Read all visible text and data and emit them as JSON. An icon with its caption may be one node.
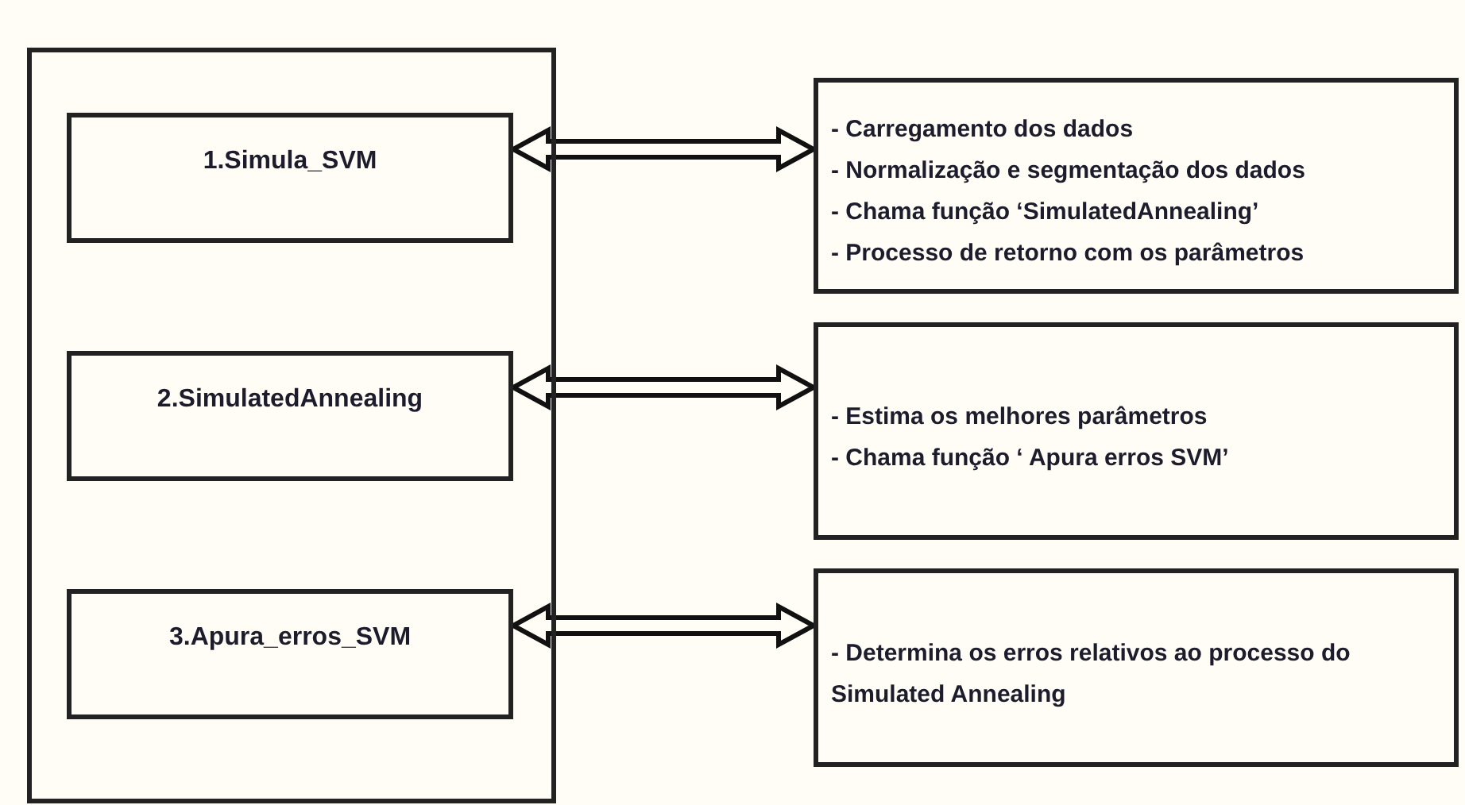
{
  "diagram": {
    "nodes": [
      {
        "text": [],
        "shape": "box"
      },
      {
        "text": [
          "1.Simula_SVM"
        ],
        "in": 0
      },
      {
        "text": [
          "2.SimulatedAnnealing"
        ],
        "in": 0
      },
      {
        "text": [
          "3.Apura_erros_SVM"
        ],
        "in": 0
      },
      {
        "text": [
          "- Carregamento dos dados",
          "- Normalização e segmentação dos dados",
          "- Chama função ‘SimulatedAnnealing’",
          "- Processo de retorno com os parâmetros"
        ]
      },
      {
        "text": [
          "- Estima os melhores parâmetros",
          "- Chama função ‘ Apura  erros  SVM’"
        ]
      },
      {
        "text": [
          "- Determina os erros relativos ao processo do Simulated Annealing"
        ]
      }
    ],
    "edges": [
      {
        "from": 1,
        "to": 4,
        "arrow": "both"
      },
      {
        "from": 2,
        "to": 5,
        "arrow": "both"
      },
      {
        "from": 3,
        "to": 6,
        "arrow": "both"
      }
    ]
  }
}
